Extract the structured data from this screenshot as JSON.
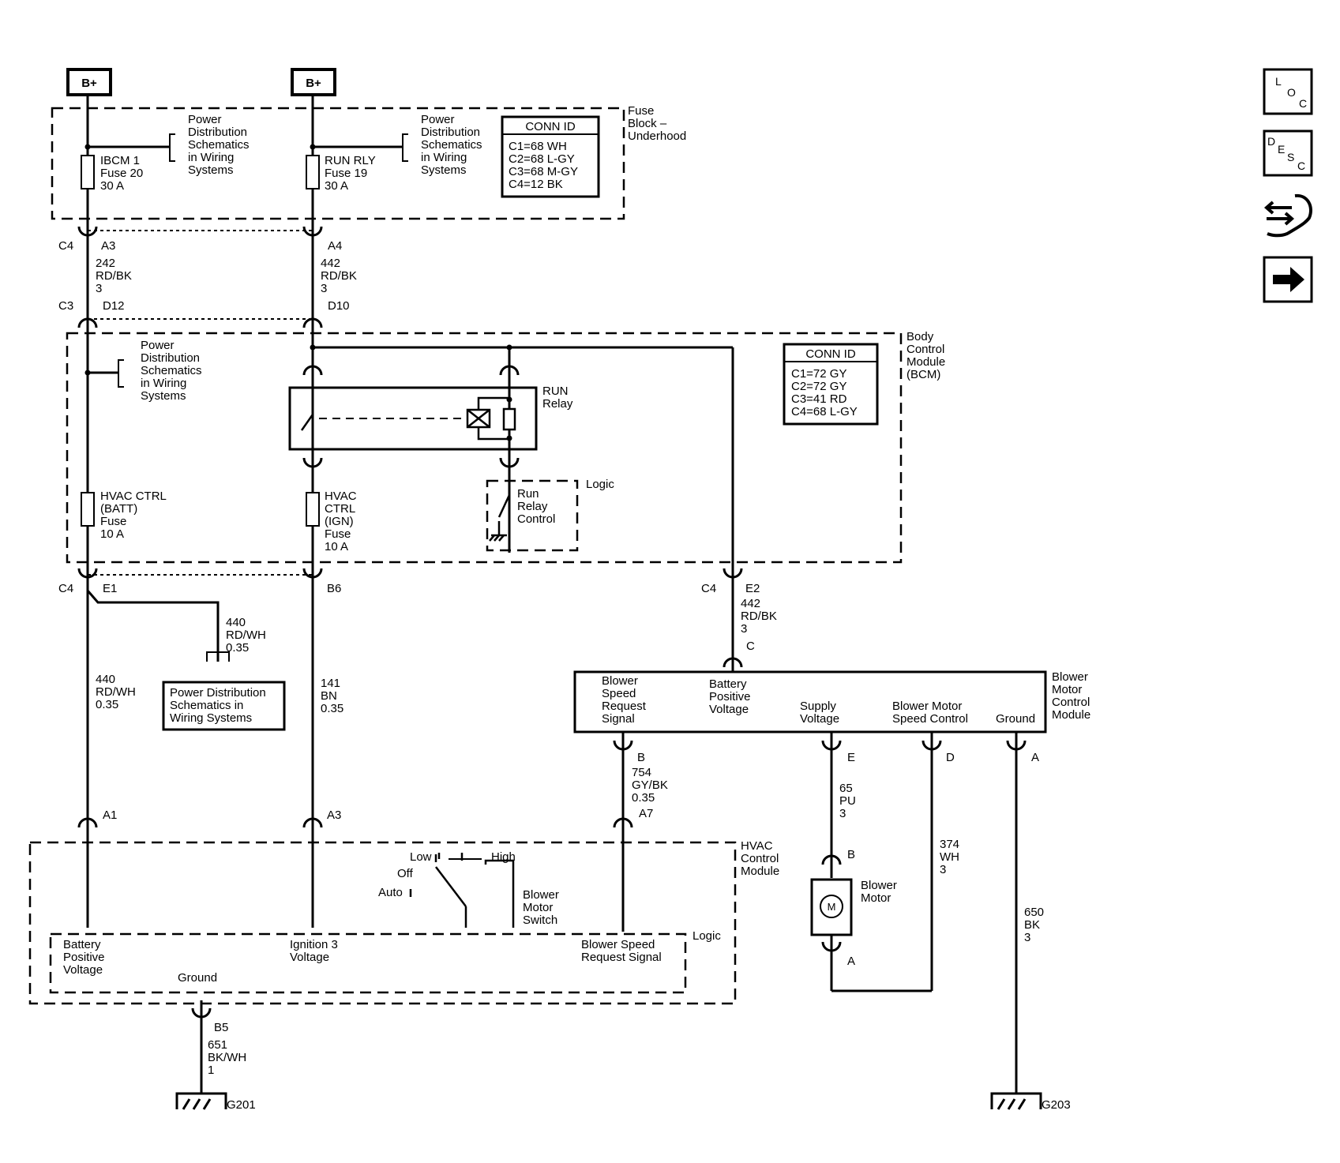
{
  "power_sources": [
    "B+",
    "B+"
  ],
  "fuse_block": {
    "title": [
      "Fuse",
      "Block –",
      "Underhood"
    ],
    "pd_note_1": [
      "Power",
      "Distribution",
      "Schematics",
      "in Wiring",
      "Systems"
    ],
    "pd_note_2": [
      "Power",
      "Distribution",
      "Schematics",
      "in Wiring",
      "Systems"
    ],
    "fuse_1": [
      "IBCM 1",
      "Fuse 20",
      "30 A"
    ],
    "fuse_2": [
      "RUN RLY",
      "Fuse 19",
      "30 A"
    ],
    "conn_id_title": "CONN ID",
    "conn_id": [
      "C1=68 WH",
      "C2=68 L-GY",
      "C3=68 M-GY",
      "C4=12 BK"
    ]
  },
  "wires_top": {
    "c4": "C4",
    "a3": "A3",
    "a4": "A4",
    "w1": [
      "242",
      "RD/BK",
      "3"
    ],
    "w2": [
      "442",
      "RD/BK",
      "3"
    ],
    "c3": "C3",
    "d12": "D12",
    "d10": "D10"
  },
  "bcm": {
    "title": [
      "Body",
      "Control",
      "Module",
      "(BCM)"
    ],
    "pd_note": [
      "Power",
      "Distribution",
      "Schematics",
      "in Wiring",
      "Systems"
    ],
    "relay_label": [
      "RUN",
      "Relay"
    ],
    "logic_label": "Logic",
    "relay_control": [
      "Run",
      "Relay",
      "Control"
    ],
    "fuse_batt": [
      "HVAC CTRL",
      "(BATT)",
      "Fuse",
      "10 A"
    ],
    "fuse_ign": [
      "HVAC",
      "CTRL",
      "(IGN)",
      "Fuse",
      "10 A"
    ],
    "conn_id_title": "CONN ID",
    "conn_id": [
      "C1=72 GY",
      "C2=72 GY",
      "C3=41 RD",
      "C4=68 L-GY"
    ]
  },
  "wires_mid": {
    "c4a": "C4",
    "e1": "E1",
    "b6": "B6",
    "c4b": "C4",
    "e2": "E2",
    "w440a": [
      "440",
      "RD/WH",
      "0.35"
    ],
    "w440b": [
      "440",
      "RD/WH",
      "0.35"
    ],
    "w141": [
      "141",
      "BN",
      "0.35"
    ],
    "w442": [
      "442",
      "RD/BK",
      "3"
    ],
    "c": "C",
    "pd_box": [
      "Power Distribution",
      "Schematics in",
      "Wiring Systems"
    ]
  },
  "blower_module": {
    "title": [
      "Blower",
      "Motor",
      "Control",
      "Module"
    ],
    "pin_speed_req": [
      "Blower",
      "Speed",
      "Request",
      "Signal"
    ],
    "pin_batt": [
      "Battery",
      "Positive",
      "Voltage"
    ],
    "pin_supply": [
      "Supply",
      "Voltage"
    ],
    "pin_speed_ctrl": [
      "Blower Motor",
      "Speed Control"
    ],
    "pin_ground": "Ground",
    "b": "B",
    "e": "E",
    "d": "D",
    "a": "A",
    "w754": [
      "754",
      "GY/BK",
      "0.35"
    ],
    "a7": "A7",
    "w65": [
      "65",
      "PU",
      "3"
    ],
    "w374": [
      "374",
      "WH",
      "3"
    ],
    "w650": [
      "650",
      "BK",
      "3"
    ]
  },
  "motor": {
    "b": "B",
    "a": "A",
    "label": [
      "Blower",
      "Motor"
    ],
    "symbol": "M"
  },
  "hvac": {
    "a1": "A1",
    "a3": "A3",
    "title": [
      "HVAC",
      "Control",
      "Module"
    ],
    "switch_positions": {
      "low": "Low",
      "off": "Off",
      "high": "High",
      "auto": "Auto"
    },
    "switch_label": [
      "Blower",
      "Motor",
      "Switch"
    ],
    "logic_label": "Logic",
    "pin_batt": [
      "Battery",
      "Positive",
      "Voltage"
    ],
    "pin_ign": [
      "Ignition 3",
      "Voltage"
    ],
    "pin_req": [
      "Blower Speed",
      "Request Signal"
    ],
    "pin_ground": "Ground"
  },
  "ground": {
    "b5": "B5",
    "w651": [
      "651",
      "BK/WH",
      "1"
    ],
    "g201": "G201",
    "g203": "G203"
  },
  "nav_icons": [
    {
      "name": "location-icon",
      "letters": [
        "L",
        "O",
        "C"
      ]
    },
    {
      "name": "description-icon",
      "letters": [
        "D",
        "E",
        "S",
        "C"
      ]
    },
    {
      "name": "diagnostics-icon"
    },
    {
      "name": "next-arrow-icon"
    }
  ]
}
